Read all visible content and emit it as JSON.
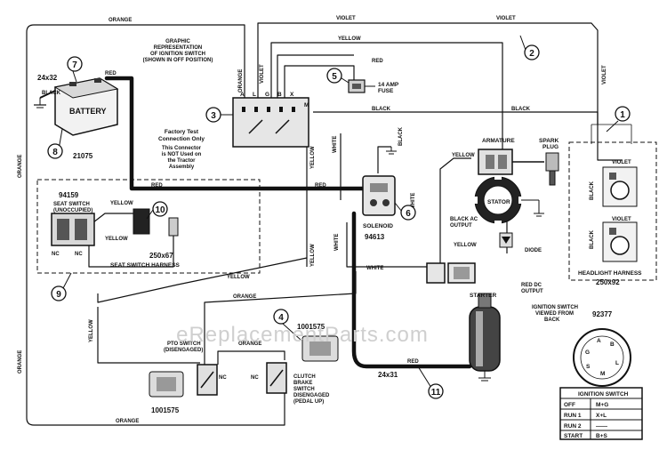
{
  "wire_labels": {
    "orange_top": "ORANGE",
    "violet_top_mid": "VIOLET",
    "violet_top_right": "VIOLET",
    "yellow_top": "YELLOW",
    "violet_right": "VIOLET",
    "red_battery": "RED",
    "black_battery": "BLACK",
    "orange_switch": "ORANGE",
    "violet_switch": "VIOLET",
    "red_fuse": "RED",
    "black_mid": "BLACK",
    "black_right": "BLACK",
    "orange_left": "ORANGE",
    "orange_left_lower": "ORANGE",
    "red_main": "RED",
    "red_main2": "RED",
    "yellow_vertical": "YELLOW",
    "white_vertical": "WHITE",
    "black_solenoid": "BLACK",
    "yellow_seat": "YELLOW",
    "yellow_seat2": "YELLOW",
    "yellow_long": "YELLOW",
    "yellow_lower": "YELLOW",
    "white_lower": "WHITE",
    "white_lower2": "WHITE",
    "orange_pto": "ORANGE",
    "orange_clutch": "ORANGE",
    "orange_bottom": "ORANGE",
    "red_starter": "RED",
    "yellow_armature": "YELLOW",
    "yellow_stator": "YELLOW",
    "violet_head1": "VIOLET",
    "violet_head2": "VIOLET",
    "black_head1": "BLACK",
    "black_head2": "BLACK",
    "yellow_v2": "YELLOW",
    "white_v2": "WHITE"
  },
  "terminal_letters": [
    "A",
    "L",
    "G",
    "B",
    "X",
    "M"
  ],
  "components": {
    "graphic_rep": [
      "GRAPHIC",
      "REPRESENTATION",
      "OF IGNITION SWITCH",
      "(SHOWN IN OFF POSITION)"
    ],
    "fuse": [
      "14 AMP",
      "FUSE"
    ],
    "battery_label": "BATTERY",
    "battery_size": "24x32",
    "battery_part": "21075",
    "factory_test": [
      "Factory Test",
      "Connection Only"
    ],
    "factory_note": [
      "This Connector",
      "is NOT Used on",
      "the Tractor",
      "Assembly"
    ],
    "seat_switch_part": "94159",
    "seat_switch_label": [
      "SEAT SWITCH",
      "(UNOCCUPIED)"
    ],
    "seat_harness_part": "250x67",
    "seat_harness_label": "SEAT SWITCH HARNESS",
    "solenoid_label": "SOLENOID",
    "solenoid_part": "94613",
    "armature": "ARMATURE",
    "spark_plug": [
      "SPARK",
      "PLUG"
    ],
    "stator": "STATOR",
    "black_ac": [
      "BLACK AC",
      "OUTPUT"
    ],
    "diode": "DIODE",
    "red_dc": [
      "RED DC",
      "OUTPUT"
    ],
    "starter": "STARTER",
    "headlight_harness": "HEADLIGHT HARNESS",
    "headlight_part": "250x92",
    "pto_switch": [
      "PTO SWITCH",
      "(DISENGAGED)"
    ],
    "clutch_switch": [
      "CLUTCH",
      "BRAKE",
      "SWITCH",
      "DISENGAGED",
      "(PEDAL UP)"
    ],
    "nc_label": "NC",
    "clutch_part": "1001575",
    "pto_part": "1001575",
    "starter_cable": "24x31",
    "ignition_switch_part": "92377",
    "ignition_view": [
      "IGNITION SWITCH",
      "VIEWED FROM",
      "BACK"
    ]
  },
  "ignition_face": [
    "A",
    "B",
    "G",
    "L",
    "M",
    "S"
  ],
  "ignition_table": {
    "title": "IGNITION SWITCH",
    "rows": [
      {
        "pos": "OFF",
        "conn": "M+G"
      },
      {
        "pos": "RUN 1",
        "conn": "X+L"
      },
      {
        "pos": "RUN 2",
        "conn": "——"
      },
      {
        "pos": "START",
        "conn": "B+S"
      }
    ]
  },
  "callouts": [
    "1",
    "2",
    "3",
    "4",
    "5",
    "6",
    "7",
    "8",
    "9",
    "10",
    "11"
  ],
  "watermark": "eReplacementParts.com"
}
